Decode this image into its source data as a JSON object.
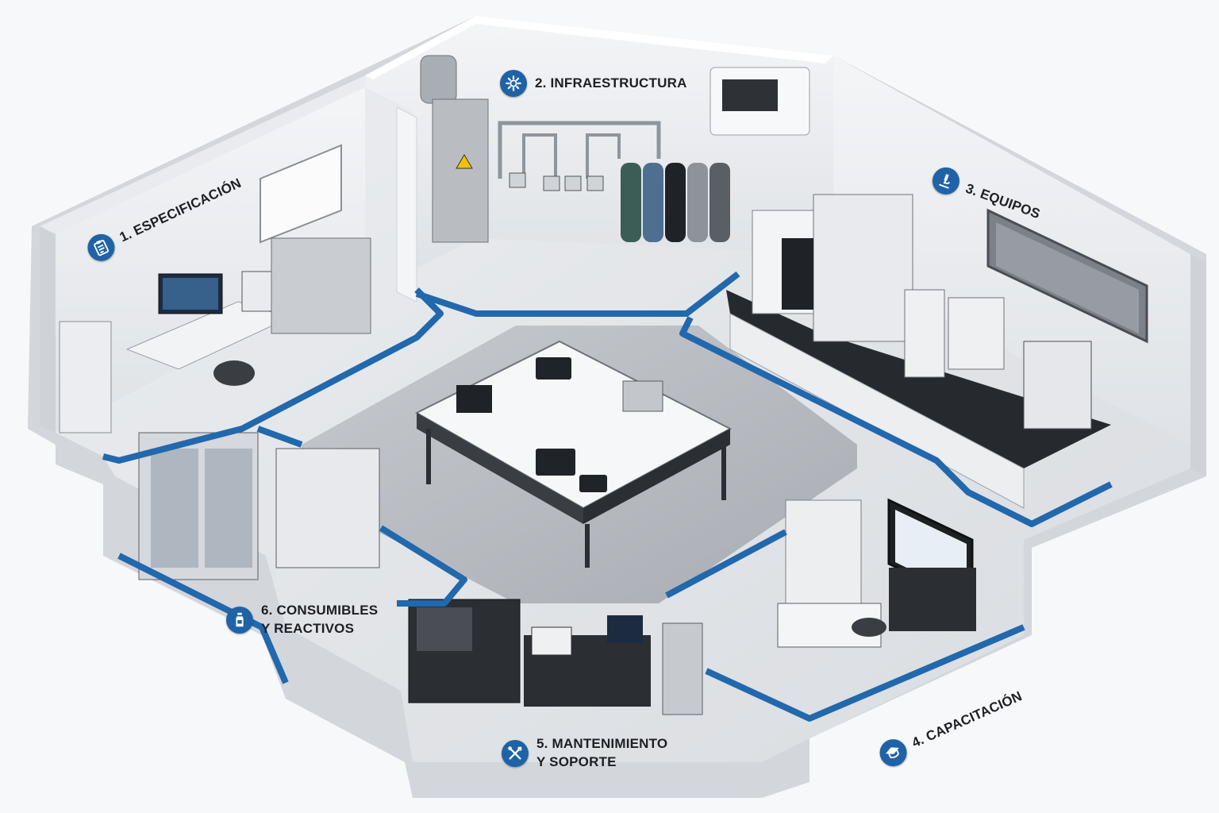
{
  "zones": [
    {
      "id": "especificacion",
      "text": "1. ESPECIFICACIÓN",
      "icon": "clipboard-icon"
    },
    {
      "id": "infraestructura",
      "text": "2. INFRAESTRUCTURA",
      "icon": "gear-icon"
    },
    {
      "id": "equipos",
      "text": "3. EQUIPOS",
      "icon": "microscope-icon"
    },
    {
      "id": "capacitacion",
      "text": "4. CAPACITACIÓN",
      "icon": "graduation-cap-icon"
    },
    {
      "id": "mantenimiento",
      "line1": "5. MANTENIMIENTO",
      "line2": "Y SOPORTE",
      "icon": "wrench-screwdriver-icon"
    },
    {
      "id": "consumibles",
      "line1": "6. CONSUMIBLES",
      "line2": "Y REACTIVOS",
      "icon": "bottle-icon"
    }
  ],
  "colors": {
    "accent": "#1f63a6",
    "floor": "#e6e8eb",
    "floor_center": "#b9bcc1",
    "wall": "#eef0f2",
    "dark": "#2b2e33"
  }
}
